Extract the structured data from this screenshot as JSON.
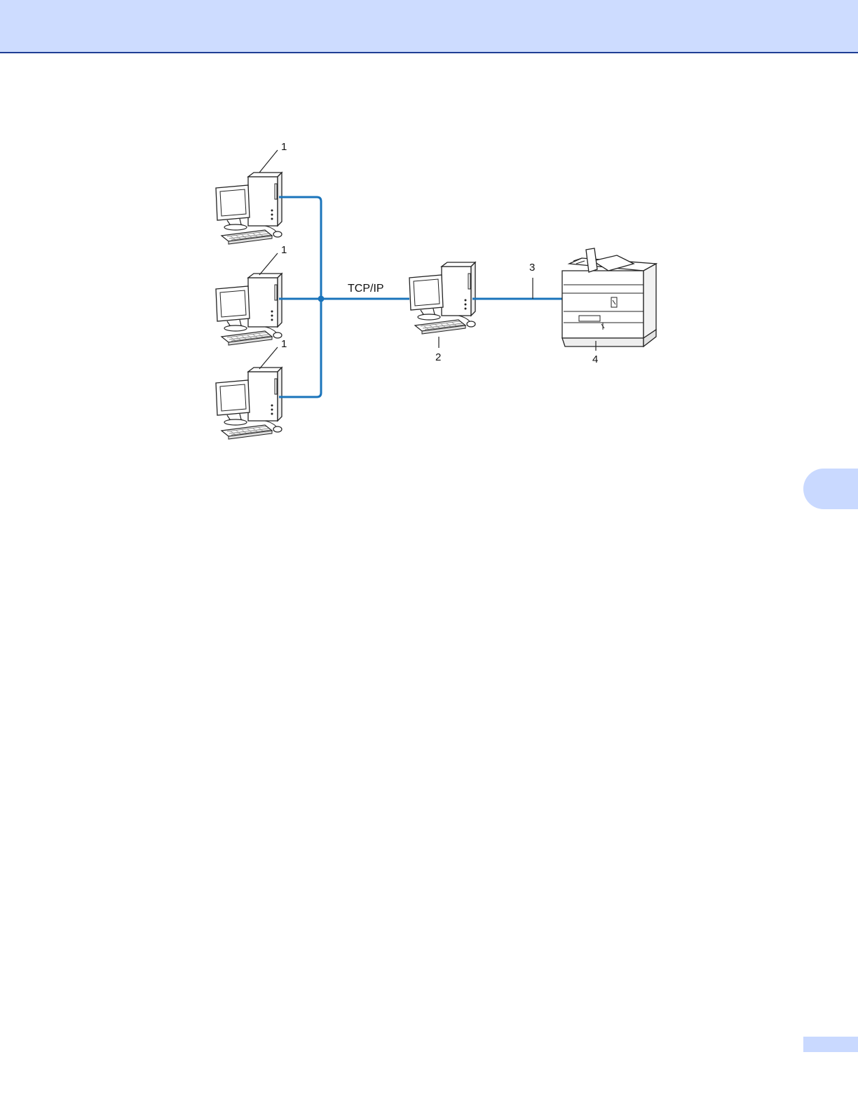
{
  "diagram": {
    "network_label": "TCP/IP",
    "callouts": {
      "client_pc_1": "1",
      "client_pc_2": "1",
      "client_pc_3": "1",
      "server_pc": "2",
      "connection": "3",
      "printer": "4"
    }
  },
  "colors": {
    "header_band": "#cddcff",
    "header_rule": "#1f3f94",
    "tab": "#c9d9ff",
    "network_line": "#1a74bb"
  }
}
